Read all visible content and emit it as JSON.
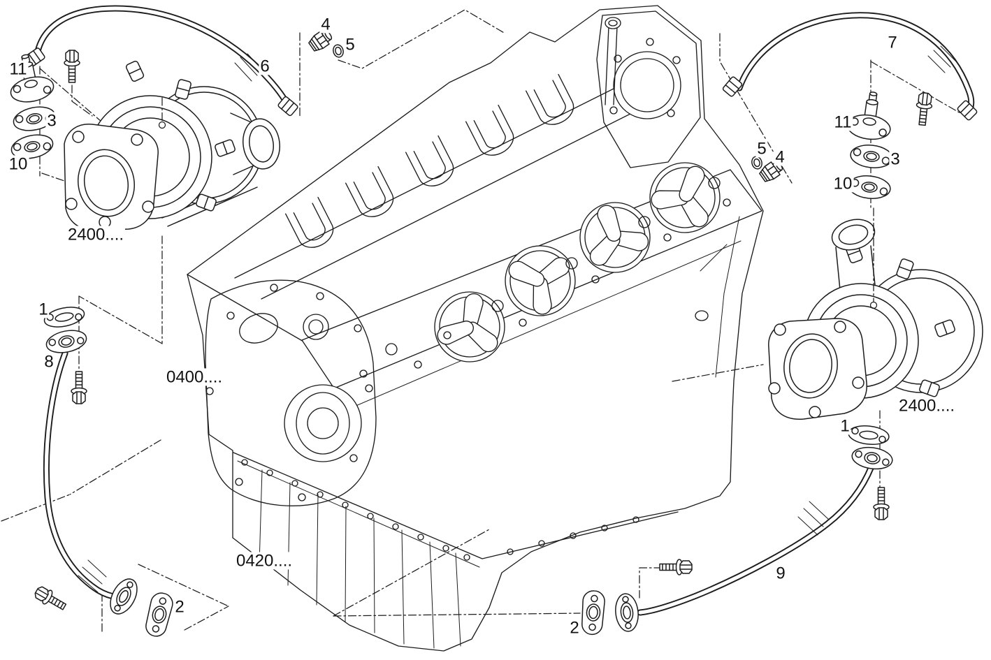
{
  "figure": {
    "type": "exploded-parts-diagram",
    "subject": "engine crankcase with turbochargers and turbocharger oil pipes",
    "background": "#ffffff",
    "line_color": "#1c1c1c"
  },
  "diagram": {
    "part_callouts": [
      {
        "id": "left-oil-union-flange",
        "label": "11"
      },
      {
        "id": "left-gasket-upper",
        "label": "3"
      },
      {
        "id": "left-gasket-lower",
        "label": "10"
      },
      {
        "id": "top-screw-fitting",
        "label": "4"
      },
      {
        "id": "top-seal-ring",
        "label": "5"
      },
      {
        "id": "left-delivery-hose",
        "label": "6"
      },
      {
        "id": "right-delivery-hose",
        "label": "7"
      },
      {
        "id": "right-seal-ring",
        "label": "5"
      },
      {
        "id": "right-screw-fitting",
        "label": "4"
      },
      {
        "id": "right-oil-union-flange",
        "label": "11"
      },
      {
        "id": "right-gasket-upper",
        "label": "3"
      },
      {
        "id": "right-gasket-lower",
        "label": "10"
      },
      {
        "id": "left-drain-gasket",
        "label": "1"
      },
      {
        "id": "left-drain-hose",
        "label": "8"
      },
      {
        "id": "left-lower-gasket",
        "label": "2"
      },
      {
        "id": "center-lower-gasket",
        "label": "2"
      },
      {
        "id": "right-drain-hose",
        "label": "9"
      },
      {
        "id": "right-drain-gasket",
        "label": "1"
      }
    ],
    "assembly_refs": [
      {
        "id": "left-turbocharger-assembly",
        "label": "2400...."
      },
      {
        "id": "crankcase-assembly",
        "label": "0400...."
      },
      {
        "id": "oil-sump-assembly",
        "label": "0420...."
      },
      {
        "id": "right-turbocharger-assembly",
        "label": "2400...."
      }
    ]
  }
}
